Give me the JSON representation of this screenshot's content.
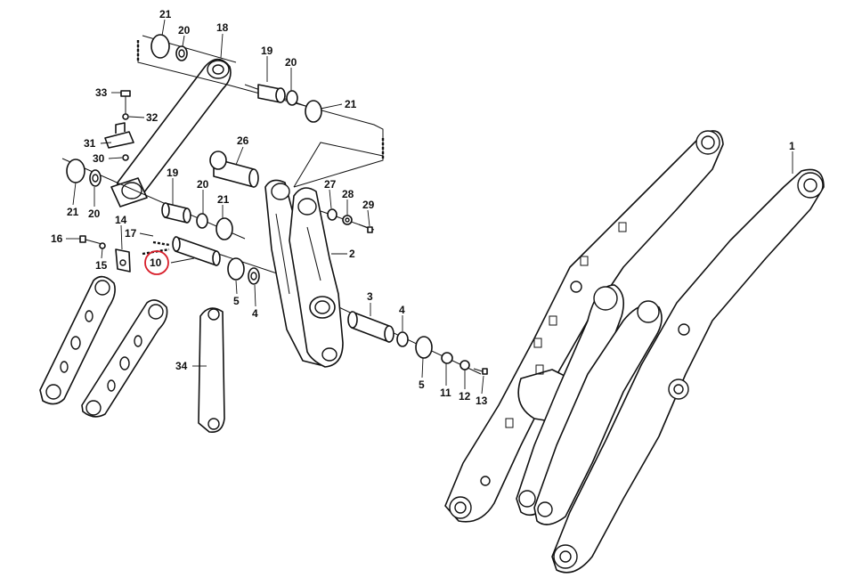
{
  "diagram": {
    "highlight_color": "#d81e2a",
    "highlighted_callout": "10",
    "callouts": [
      "21",
      "20",
      "18",
      "19",
      "20",
      "21",
      "33",
      "32",
      "31",
      "30",
      "26",
      "19",
      "20",
      "21",
      "21",
      "20",
      "27",
      "28",
      "29",
      "16",
      "14",
      "17",
      "15",
      "10",
      "2",
      "5",
      "4",
      "3",
      "4",
      "5",
      "11",
      "12",
      "13",
      "34",
      "1"
    ]
  }
}
